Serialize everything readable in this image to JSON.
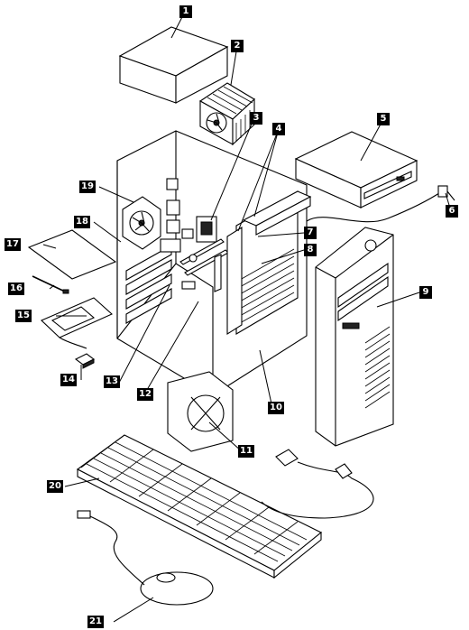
{
  "callouts": [
    {
      "n": "1"
    },
    {
      "n": "2"
    },
    {
      "n": "3"
    },
    {
      "n": "4"
    },
    {
      "n": "5"
    },
    {
      "n": "6"
    },
    {
      "n": "7"
    },
    {
      "n": "8"
    },
    {
      "n": "9"
    },
    {
      "n": "10"
    },
    {
      "n": "11"
    },
    {
      "n": "12"
    },
    {
      "n": "13"
    },
    {
      "n": "14"
    },
    {
      "n": "15"
    },
    {
      "n": "16"
    },
    {
      "n": "17"
    },
    {
      "n": "18"
    },
    {
      "n": "19"
    },
    {
      "n": "20"
    },
    {
      "n": "21"
    }
  ]
}
